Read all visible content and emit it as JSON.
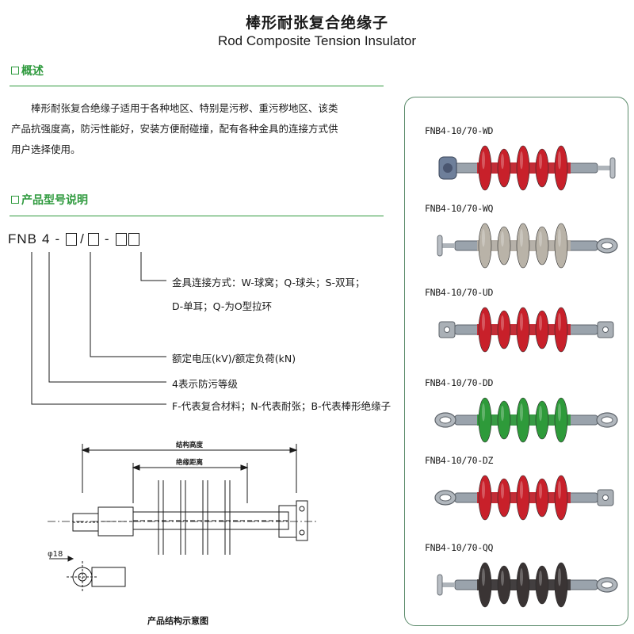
{
  "header": {
    "title_cn": "棒形耐张复合绝缘子",
    "title_en": "Rod Composite Tension Insulator"
  },
  "overview": {
    "heading": "概述",
    "lines": [
      "棒形耐张复合绝缘子适用于各种地区、特别是污秽、重污秽地区、该类",
      "产品抗强度高，防污性能好，安装方便耐碰撞，配有各种金具的连接方式供",
      "用户选择使用。"
    ]
  },
  "model_explain": {
    "heading": "产品型号说明",
    "code_prefix": "FNB",
    "code_digit": "4",
    "code_dash": "-",
    "code_slash": "/",
    "specs": [
      "金具连接方式：W-球窝；Q-球头；S-双耳；",
      "D-单耳；Q-为O型拉环",
      "额定电压(kV)/额定负荷(kN)",
      "4表示防污等级",
      "F-代表复合材料；N-代表耐张；B-代表棒形绝缘子"
    ]
  },
  "diagram": {
    "dim_structure": "结构高度",
    "dim_insulation": "绝缘距离",
    "diameter": "φ18",
    "caption": "产品结构示意图"
  },
  "products": [
    {
      "model": "FNB4-10/70-WD",
      "shed_color": "#c8202a"
    },
    {
      "model": "FNB4-10/70-WQ",
      "shed_color": "#b9b3a8"
    },
    {
      "model": "FNB4-10/70-UD",
      "shed_color": "#c8202a"
    },
    {
      "model": "FNB4-10/70-DD",
      "shed_color": "#2e9a3a"
    },
    {
      "model": "FNB4-10/70-DZ",
      "shed_color": "#c8202a"
    },
    {
      "model": "FNB4-10/70-QQ",
      "shed_color": "#3a3434"
    }
  ],
  "colors": {
    "accent": "#2f9a3e",
    "panel_border": "#5a8a6a"
  }
}
